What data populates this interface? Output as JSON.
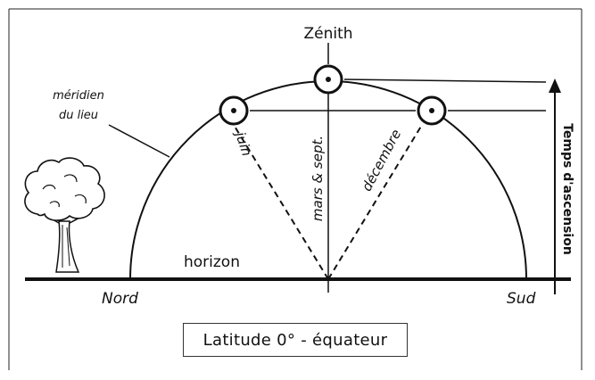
{
  "labels": {
    "zenith": "Zénith",
    "meridian_line1": "méridien",
    "meridian_line2": "du lieu",
    "horizon": "horizon",
    "north": "Nord",
    "south": "Sud",
    "june": "juin",
    "march_sept": "mars & sept.",
    "december": "décembre",
    "rise_time": "Temps d'ascension"
  },
  "caption": "Latitude 0° - équateur"
}
